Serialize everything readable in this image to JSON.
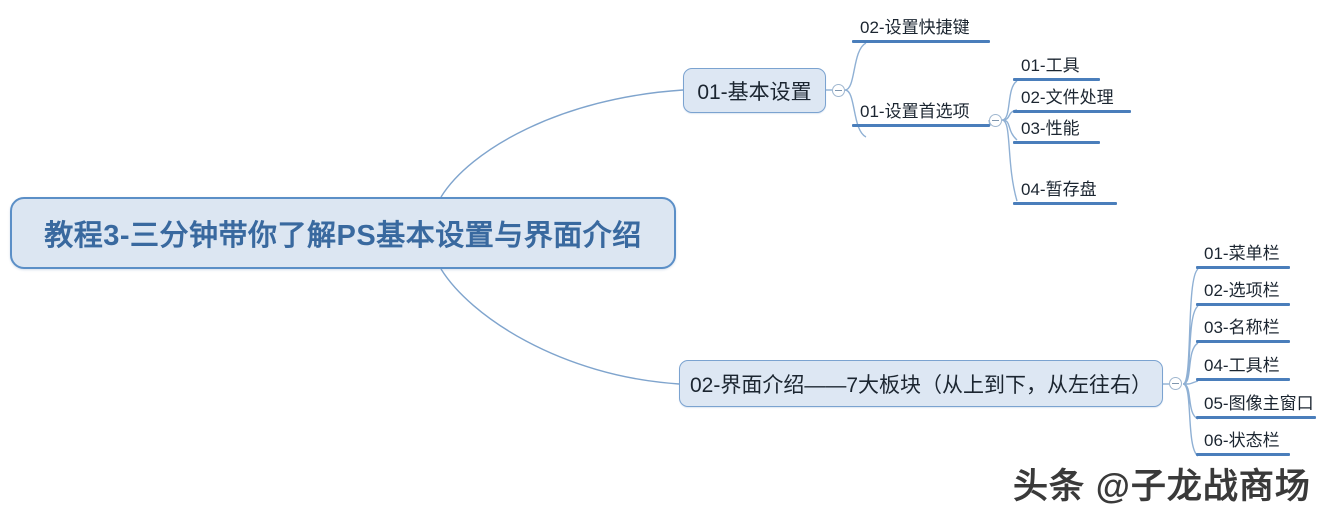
{
  "document": {
    "type": "mindmap",
    "root": {
      "label": "教程3-三分钟带你了解PS基本设置与界面介绍"
    },
    "branches": [
      {
        "id": "basic-settings",
        "label": "01-基本设置",
        "toggle": "collapse-minus-icon",
        "children": [
          {
            "id": "shortcut-keys",
            "label": "02-设置快捷键"
          },
          {
            "id": "preferences",
            "label": "01-设置首选项",
            "toggle": "collapse-minus-icon",
            "children": [
              {
                "id": "tools",
                "label": "01-工具"
              },
              {
                "id": "file-handling",
                "label": "02-文件处理"
              },
              {
                "id": "performance",
                "label": "03-性能"
              },
              {
                "id": "scratch-disks",
                "label": "04-暂存盘"
              }
            ]
          }
        ]
      },
      {
        "id": "ui-intro",
        "label": "02-界面介绍——7大板块（从上到下，从左往右）",
        "toggle": "collapse-minus-icon",
        "children": [
          {
            "id": "menu-bar",
            "label": "01-菜单栏"
          },
          {
            "id": "options-bar",
            "label": "02-选项栏"
          },
          {
            "id": "name-bar",
            "label": "03-名称栏"
          },
          {
            "id": "tool-bar",
            "label": "04-工具栏"
          },
          {
            "id": "image-main-window",
            "label": "05-图像主窗口"
          },
          {
            "id": "status-bar",
            "label": "06-状态栏"
          }
        ]
      }
    ],
    "watermark": {
      "text": "头条 @子龙战商场"
    },
    "colors": {
      "node_fill": "#dce6f2",
      "node_border": "#5b8fc7",
      "branch_border": "#7ba3d0",
      "underline_bar": "#4a7ebb",
      "connector_line": "#8fb0d4",
      "root_text": "#39699f",
      "node_text": "#1b2530",
      "background": "#ffffff"
    }
  }
}
